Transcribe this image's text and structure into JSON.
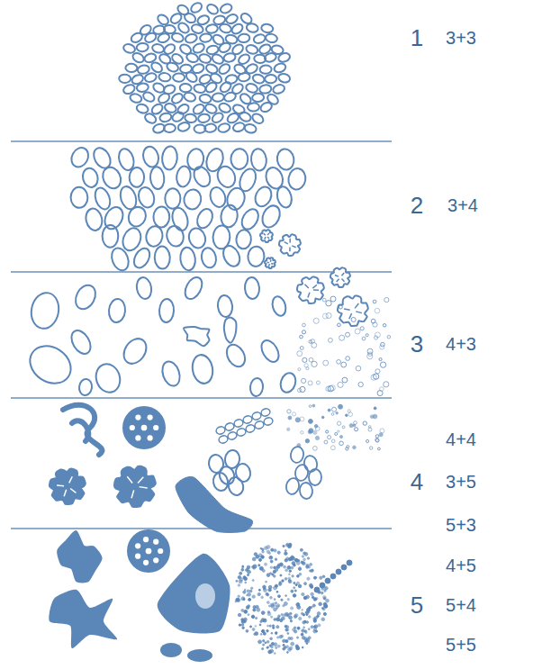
{
  "diagram": {
    "labels": [
      "1",
      "3+3",
      "2",
      "3+4",
      "3",
      "4+3",
      "4+4",
      "4",
      "3+5",
      "5+3",
      "4+5",
      "5",
      "5+4",
      "5+5"
    ]
  }
}
